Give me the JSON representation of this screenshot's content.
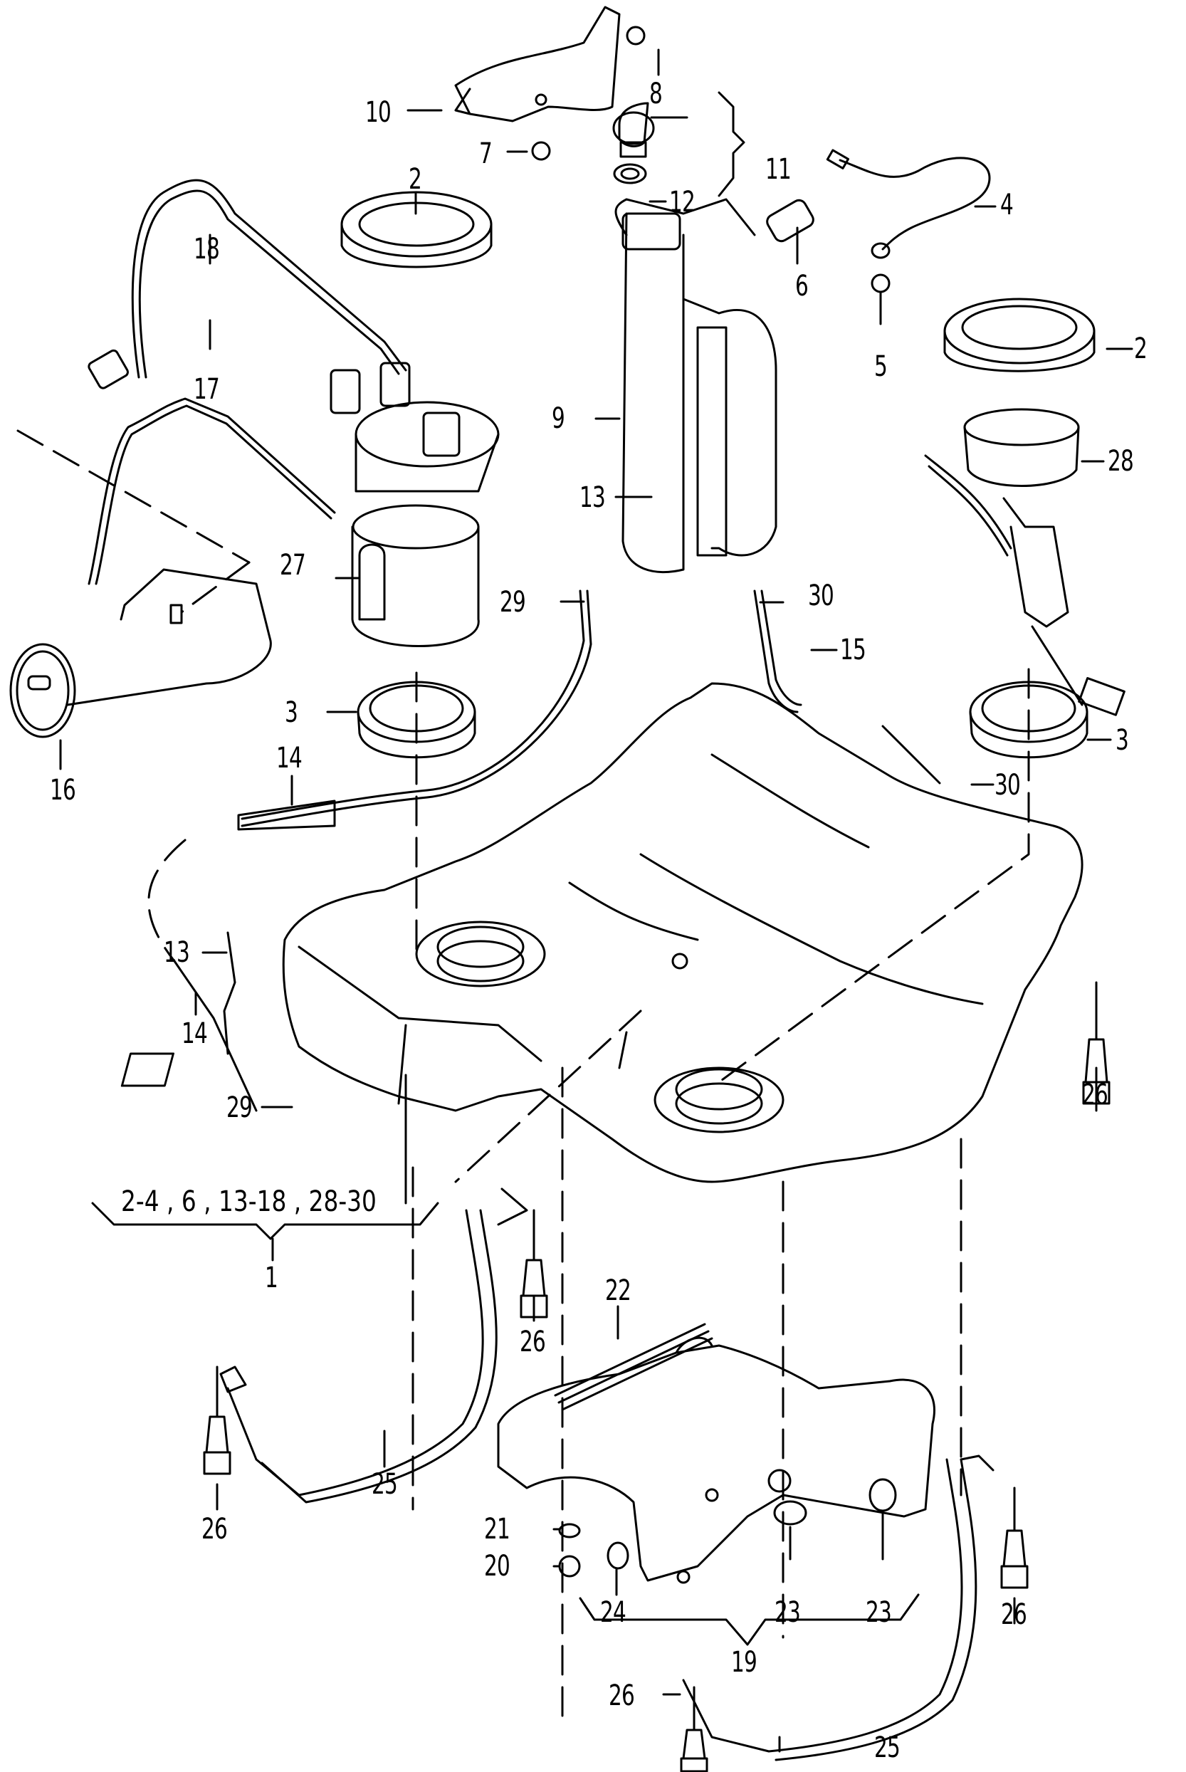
{
  "diagram": {
    "type": "exploded-parts-diagram",
    "subject": "fuel tank assembly",
    "group_note": {
      "label": "2-4 , 6 , 13-18 , 28-30",
      "parent_item": "1"
    },
    "bottom_group": {
      "label": "19",
      "members": [
        "20",
        "21",
        "23",
        "23",
        "24"
      ]
    },
    "callouts": [
      {
        "id": "c10",
        "label": "10",
        "part": "bracket"
      },
      {
        "id": "c8",
        "label": "8",
        "part": "nut"
      },
      {
        "id": "c7",
        "label": "7",
        "part": "nut"
      },
      {
        "id": "c11",
        "label": "11",
        "part": "filler-cap-assembly"
      },
      {
        "id": "c12",
        "label": "12",
        "part": "seal-ring"
      },
      {
        "id": "c4",
        "label": "4",
        "part": "ground-wire"
      },
      {
        "id": "c2a",
        "label": "2",
        "part": "union-nut-left"
      },
      {
        "id": "c18",
        "label": "18",
        "part": "fuel-line"
      },
      {
        "id": "c17",
        "label": "17",
        "part": "fuel-line"
      },
      {
        "id": "c6",
        "label": "6",
        "part": "connector"
      },
      {
        "id": "c5",
        "label": "5",
        "part": "nut"
      },
      {
        "id": "c2b",
        "label": "2",
        "part": "union-nut-right"
      },
      {
        "id": "c9",
        "label": "9",
        "part": "bolt"
      },
      {
        "id": "c28",
        "label": "28",
        "part": "fuel-sender"
      },
      {
        "id": "c13a",
        "label": "13",
        "part": "vent-line"
      },
      {
        "id": "c27",
        "label": "27",
        "part": "fuel-pump"
      },
      {
        "id": "c29a",
        "label": "29",
        "part": "clip"
      },
      {
        "id": "c30a",
        "label": "30",
        "part": "clip"
      },
      {
        "id": "c15",
        "label": "15",
        "part": "hose"
      },
      {
        "id": "c3a",
        "label": "3",
        "part": "seal-left"
      },
      {
        "id": "c16",
        "label": "16",
        "part": "fuel-filter"
      },
      {
        "id": "c3b",
        "label": "3",
        "part": "seal-right"
      },
      {
        "id": "c14a",
        "label": "14",
        "part": "hose"
      },
      {
        "id": "c30b",
        "label": "30",
        "part": "clip"
      },
      {
        "id": "c13b",
        "label": "13",
        "part": "vent-line"
      },
      {
        "id": "c14b",
        "label": "14",
        "part": "hose"
      },
      {
        "id": "c26a",
        "label": "26",
        "part": "bolt"
      },
      {
        "id": "c29b",
        "label": "29",
        "part": "clip"
      },
      {
        "id": "c1",
        "label": "1",
        "part": "fuel-tank"
      },
      {
        "id": "c22",
        "label": "22",
        "part": "strap"
      },
      {
        "id": "c26b",
        "label": "26",
        "part": "bolt"
      },
      {
        "id": "c25a",
        "label": "25",
        "part": "tank-strap-left"
      },
      {
        "id": "c26c",
        "label": "26",
        "part": "bolt"
      },
      {
        "id": "c21",
        "label": "21",
        "part": "washer"
      },
      {
        "id": "c20",
        "label": "20",
        "part": "nut"
      },
      {
        "id": "c24",
        "label": "24",
        "part": "clip"
      },
      {
        "id": "c23a",
        "label": "23",
        "part": "speed-nut"
      },
      {
        "id": "c23b",
        "label": "23",
        "part": "speed-nut"
      },
      {
        "id": "c26d",
        "label": "26",
        "part": "bolt"
      },
      {
        "id": "c19",
        "label": "19",
        "part": "heat-shield"
      },
      {
        "id": "c26e",
        "label": "26",
        "part": "bolt"
      },
      {
        "id": "c25b",
        "label": "25",
        "part": "tank-strap-right"
      }
    ]
  }
}
